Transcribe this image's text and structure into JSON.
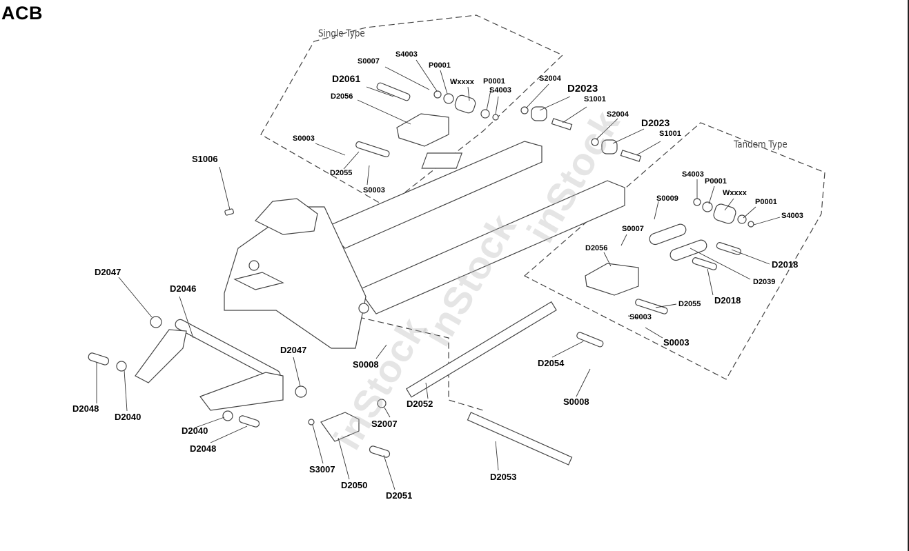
{
  "title": "ACB",
  "groups": {
    "single": "Single Type",
    "tandem": "Tandem Type"
  },
  "watermark": "inStock",
  "labels": {
    "single_s0007": "S0007",
    "single_s4003_a": "S4003",
    "single_p0001_a": "P0001",
    "single_d2061": "D2061",
    "single_wxxxx": "Wxxxx",
    "single_p0001_b": "P0001",
    "single_s4003_b": "S4003",
    "single_d2056": "D2056",
    "single_s0003_a": "S0003",
    "single_d2055": "D2055",
    "single_s0003_b": "S0003",
    "s2004_a": "S2004",
    "d2023_a": "D2023",
    "s1001_a": "S1001",
    "s2004_b": "S2004",
    "d2023_b": "D2023",
    "s1001_b": "S1001",
    "tandem_s4003_a": "S4003",
    "tandem_p0001_a": "P0001",
    "tandem_wxxxx": "Wxxxx",
    "tandem_s0009": "S0009",
    "tandem_p0001_b": "P0001",
    "tandem_s4003_b": "S4003",
    "tandem_s0007": "S0007",
    "tandem_d2056": "D2056",
    "tandem_d2018_a": "D2018",
    "tandem_d2039": "D2039",
    "tandem_d2018_b": "D2018",
    "tandem_d2055": "D2055",
    "tandem_s0003_a": "S0003",
    "tandem_s0003_b": "S0003",
    "s1006": "S1006",
    "d2047_a": "D2047",
    "d2046": "D2046",
    "d2048_a": "D2048",
    "d2040_a": "D2040",
    "d2040_b": "D2040",
    "d2048_b": "D2048",
    "d2047_b": "D2047",
    "s0008_a": "S0008",
    "d2054": "D2054",
    "s0008_b": "S0008",
    "d2052": "D2052",
    "s2007": "S2007",
    "s3007": "S3007",
    "d2050": "D2050",
    "d2051": "D2051",
    "d2053": "D2053"
  }
}
